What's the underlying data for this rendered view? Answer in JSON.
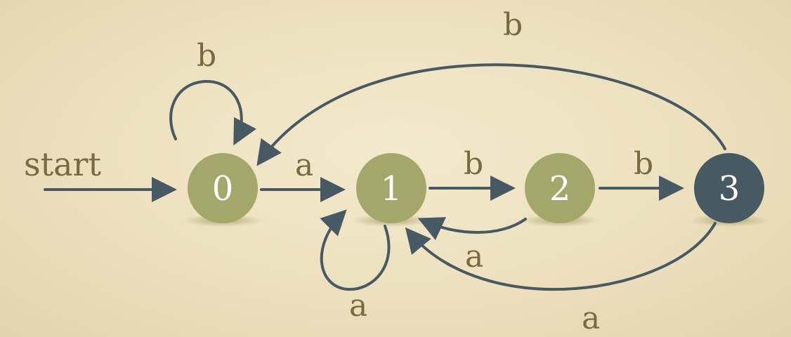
{
  "colors": {
    "state_fill": "#a3a86a",
    "accept_fill": "#475962",
    "edge": "#475962",
    "label_text": "#7a6a3f",
    "background": "#efe4c4"
  },
  "diagram": {
    "start_label": "start",
    "states": [
      {
        "id": "0",
        "label": "0",
        "accepting": false
      },
      {
        "id": "1",
        "label": "1",
        "accepting": false
      },
      {
        "id": "2",
        "label": "2",
        "accepting": false
      },
      {
        "id": "3",
        "label": "3",
        "accepting": true
      }
    ],
    "transitions": [
      {
        "from": "0",
        "to": "0",
        "label": "b"
      },
      {
        "from": "0",
        "to": "1",
        "label": "a"
      },
      {
        "from": "1",
        "to": "1",
        "label": "a"
      },
      {
        "from": "1",
        "to": "2",
        "label": "b"
      },
      {
        "from": "2",
        "to": "1",
        "label": "a"
      },
      {
        "from": "2",
        "to": "3",
        "label": "b"
      },
      {
        "from": "3",
        "to": "0",
        "label": "b"
      },
      {
        "from": "3",
        "to": "1",
        "label": "a"
      }
    ]
  }
}
